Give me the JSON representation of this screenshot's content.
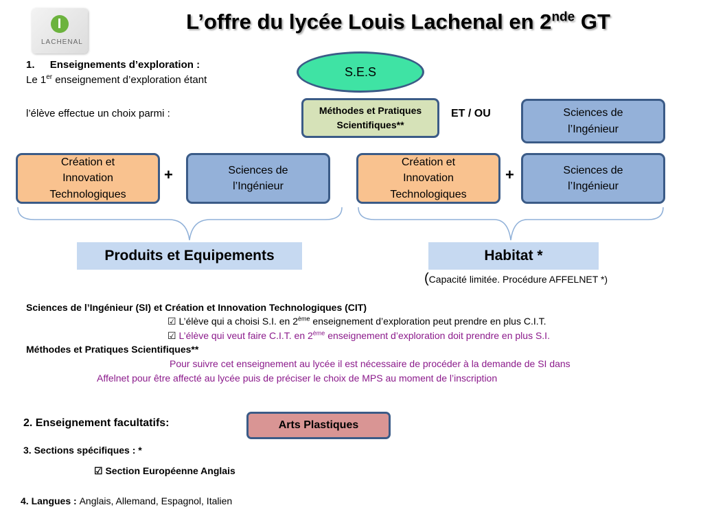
{
  "logo": {
    "text": "LACHENAL"
  },
  "title": {
    "main": "L’offre du lycée Louis Lachenal en 2",
    "sup": "nde",
    "tail": " GT"
  },
  "section1": {
    "number": "1.",
    "heading": "Enseignements d’exploration :",
    "line1_pre": "Le 1",
    "line1_sup": "er",
    "line1_post": " enseignement d’exploration étant",
    "line2": "l’élève effectue un choix parmi :"
  },
  "ses": "S.E.S",
  "mps_box": "Méthodes et Pratiques Scientifiques**",
  "et_ou": "ET / OU",
  "si_top": "Sciences  de l’Ingénieur",
  "left_group": {
    "cit": "Création et Innovation Technologiques",
    "plus": "+",
    "si": "Sciences  de l’Ingénieur"
  },
  "right_group": {
    "cit": "Création et Innovation Technologiques",
    "plus": "+",
    "si": "Sciences  de l’Ingénieur"
  },
  "produits": "Produits et Equipements",
  "habitat": "Habitat *",
  "capacite": {
    "paren_open": "(",
    "text": "Capacité limitée. Procédure AFFELNET *)"
  },
  "si_cit": {
    "heading": "Sciences de l’Ingénieur (SI)  et Création et Innovation Technologiques (CIT)",
    "check": "☑",
    "item1_pre": " L’élève qui a choisi S.I. en 2",
    "item1_sup": "ème",
    "item1_post": " enseignement d’exploration peut prendre en plus C.I.T.",
    "item2_pre": " L’élève qui veut faire C.I.T. en 2",
    "item2_sup": "ème",
    "item2_post": " enseignement d’exploration doit prendre en plus S.I."
  },
  "mps": {
    "heading": "Méthodes et Pratiques Scientifiques**",
    "line1": "Pour suivre cet enseignement au lycée il est nécessaire de procéder à la demande de SI dans",
    "line2": "Affelnet pour être affecté au lycée puis de préciser le choix de MPS au moment de l’inscription"
  },
  "section2": {
    "heading": "2. Enseignement facultatifs:",
    "arts": "Arts Plastiques"
  },
  "section3": {
    "heading": "3. Sections spécifiques : *",
    "check": "☑",
    "item": " Section Européenne Anglais"
  },
  "section4": {
    "label": "4. Langues : ",
    "value": "Anglais, Allemand, Espagnol, Italien"
  },
  "colors": {
    "orange": "#f9c28f",
    "blue": "#94b1d9",
    "ses_green": "#3fe3a4",
    "light_blue": "#c6d9f1",
    "purple": "#8b1a8b",
    "pink": "#d99594"
  }
}
